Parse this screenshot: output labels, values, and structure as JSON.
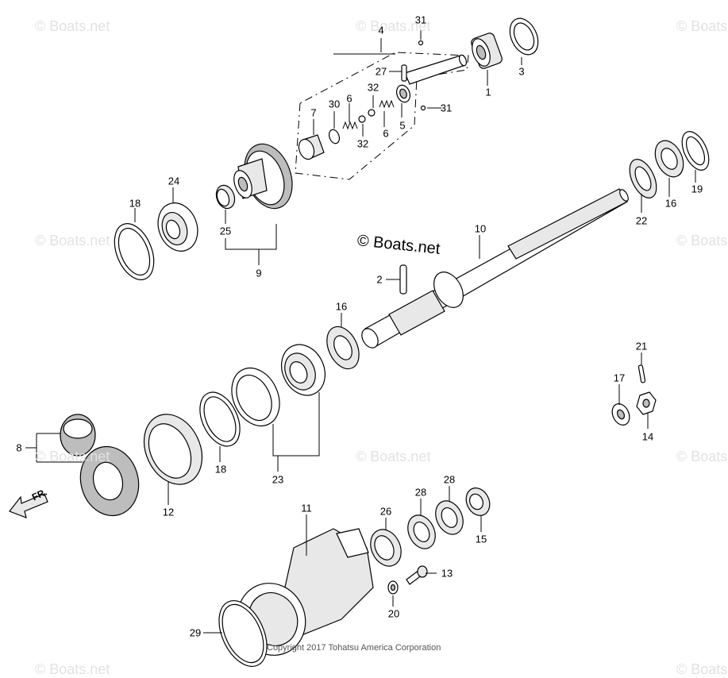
{
  "watermark": "© Boats.net",
  "brand_text": "© Boats.net",
  "copyright": "Copyright 2017 Tohatsu America Corporation",
  "front_marker": "FR.",
  "callouts": [
    "1",
    "2",
    "3",
    "4",
    "5",
    "6",
    "6",
    "7",
    "8",
    "9",
    "10",
    "11",
    "12",
    "13",
    "14",
    "15",
    "16",
    "16",
    "17",
    "18",
    "18",
    "19",
    "20",
    "21",
    "22",
    "23",
    "24",
    "25",
    "26",
    "27",
    "28",
    "28",
    "29",
    "30",
    "31",
    "31",
    "32",
    "32"
  ]
}
